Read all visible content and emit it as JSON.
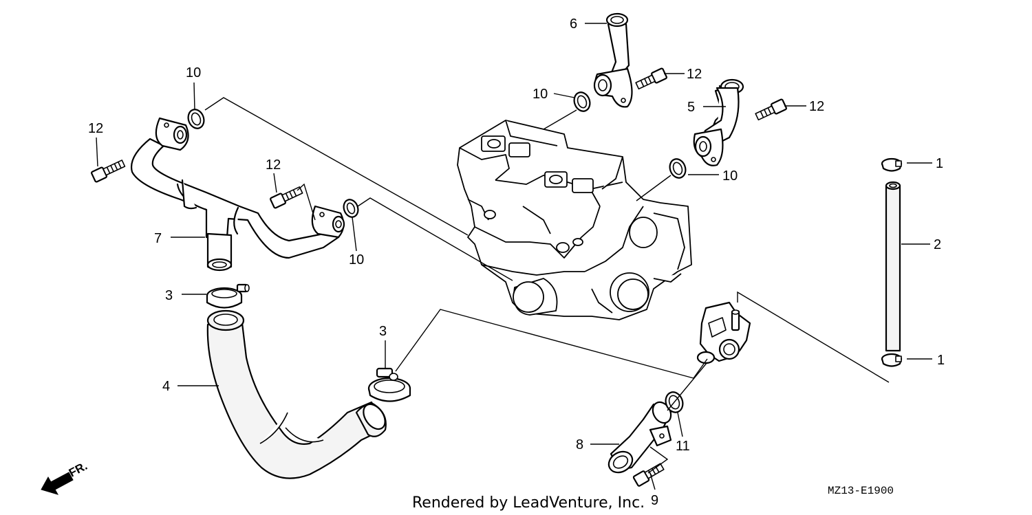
{
  "callouts": {
    "c1a": "1",
    "c1b": "1",
    "c2": "2",
    "c3a": "3",
    "c3b": "3",
    "c4": "4",
    "c5": "5",
    "c6": "6",
    "c7": "7",
    "c8": "8",
    "c9": "9",
    "c10a": "10",
    "c10b": "10",
    "c10c": "10",
    "c10d": "10",
    "c11": "11",
    "c12a": "12",
    "c12b": "12",
    "c12c": "12",
    "c12d": "12"
  },
  "footer": {
    "credit": "Rendered by LeadVenture, Inc.",
    "code": "MZ13-E1900",
    "front_label": "FR."
  },
  "icons": {
    "front": "front-direction-arrow-icon"
  }
}
